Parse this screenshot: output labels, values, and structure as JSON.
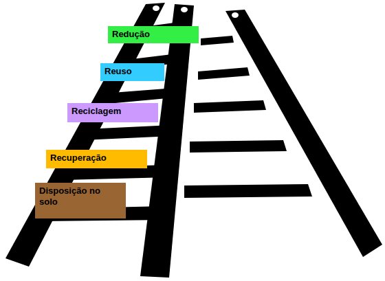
{
  "diagram": {
    "nodes": [
      {
        "text": [
          "Redução"
        ]
      },
      {
        "text": [
          "Reuso"
        ]
      },
      {
        "text": [
          "Reciclagem"
        ]
      },
      {
        "text": [
          "Recuperação"
        ]
      },
      {
        "text": [
          "Disposição no solo"
        ]
      }
    ]
  }
}
